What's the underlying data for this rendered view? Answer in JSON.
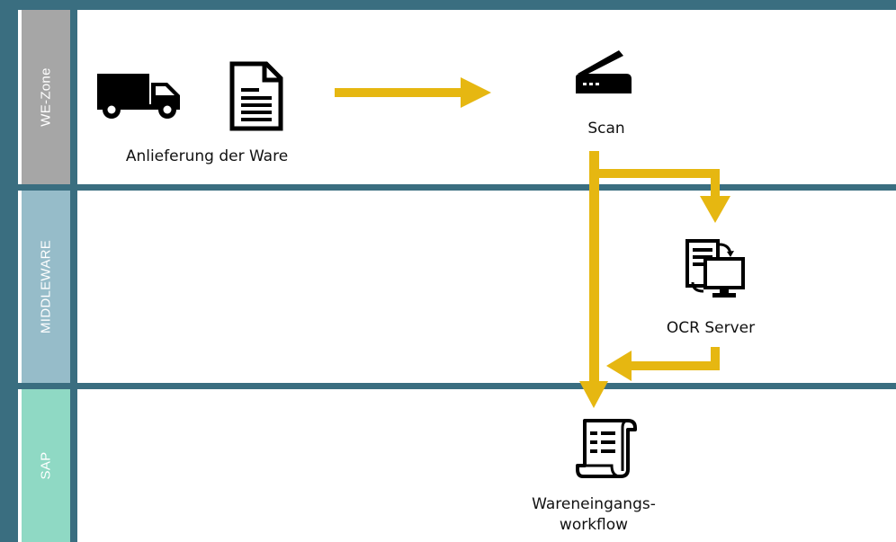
{
  "lanes": [
    {
      "label": "WE-Zone",
      "color": "#a6a6a6"
    },
    {
      "label": "MIDDLEWARE",
      "color": "#96bcc9"
    },
    {
      "label": "SAP",
      "color": "#8fd9c4"
    }
  ],
  "nodes": {
    "delivery": {
      "label": "Anlieferung der Ware",
      "icons": [
        "truck-icon",
        "document-icon"
      ]
    },
    "scan": {
      "label": "Scan",
      "icon": "scanner-icon"
    },
    "ocr": {
      "label": "OCR Server",
      "icon": "server-monitor-icon"
    },
    "workflow": {
      "label_line1": "Wareneingangs-",
      "label_line2": "workflow",
      "icon": "scroll-icon"
    }
  },
  "colors": {
    "arrow": "#e6b711",
    "lane_border": "#3a6e80",
    "lane_bg": "#ffffff"
  }
}
